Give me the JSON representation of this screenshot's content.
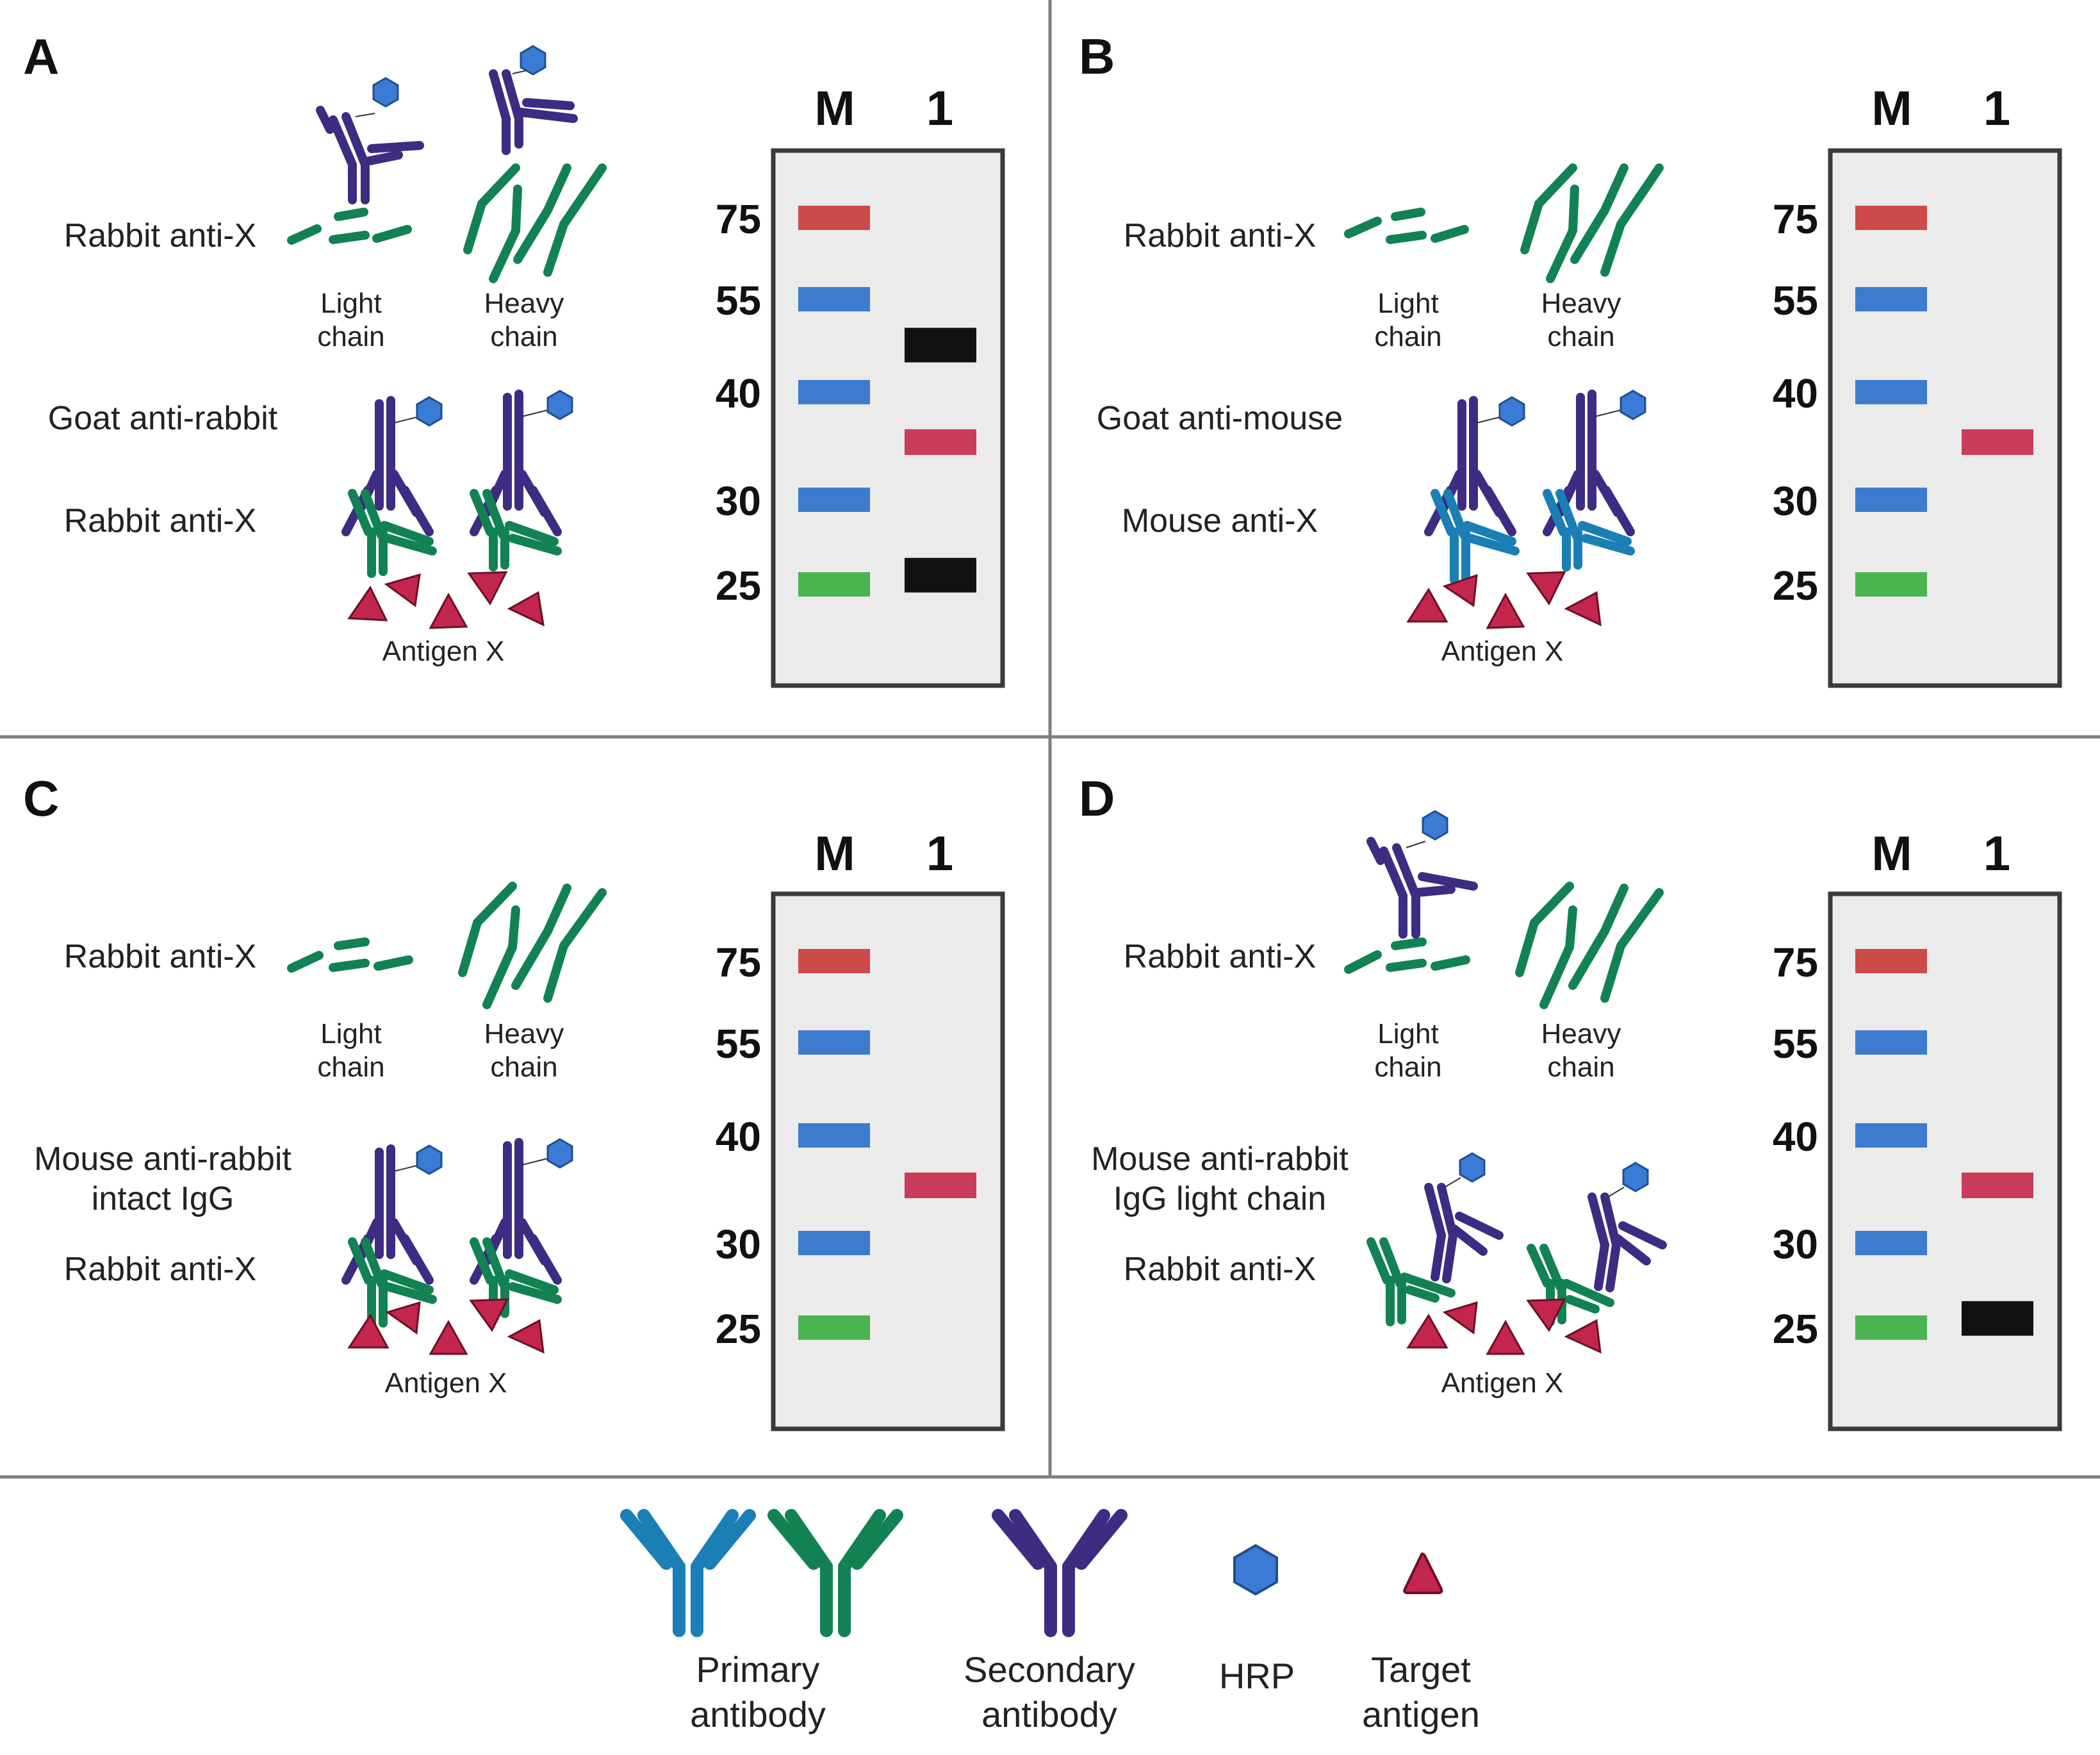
{
  "colors": {
    "primary_blue": "#1a7fb5",
    "primary_green": "#128254",
    "secondary_purple": "#3d2c82",
    "hrp": "#3a7bd5",
    "antigen": "#c2264c",
    "marker_75": "#cc4a4a",
    "marker_blue": "#3d7bcf",
    "marker_25": "#4bb34f",
    "band_red": "#c93c5a",
    "band_black": "#111111",
    "blot_bg": "#ebebeb",
    "divider": "#7a7f7f"
  },
  "panels": [
    {
      "letter": "A",
      "lane_m": "M",
      "lane_1": "1",
      "mw_labels": [
        "75",
        "55",
        "40",
        "30",
        "25"
      ],
      "top_label": "Rabbit anti-X",
      "light_chain": [
        "Light",
        "chain"
      ],
      "heavy_chain": [
        "Heavy",
        "chain"
      ],
      "secondary_label": [
        "Goat anti-rabbit"
      ],
      "primary_label": "Rabbit anti-X",
      "antigen_label": "Antigen X",
      "lane1_bands": [
        {
          "mw": 47,
          "color": "black"
        },
        {
          "mw": 35,
          "color": "red"
        },
        {
          "mw": 25.5,
          "color": "black"
        }
      ]
    },
    {
      "letter": "B",
      "lane_m": "M",
      "lane_1": "1",
      "mw_labels": [
        "75",
        "55",
        "40",
        "30",
        "25"
      ],
      "top_label": "Rabbit anti-X",
      "light_chain": [
        "Light",
        "chain"
      ],
      "heavy_chain": [
        "Heavy",
        "chain"
      ],
      "secondary_label": [
        "Goat anti-mouse"
      ],
      "primary_label": "Mouse anti-X",
      "antigen_label": "Antigen X",
      "lane1_bands": [
        {
          "mw": 35,
          "color": "red"
        }
      ]
    },
    {
      "letter": "C",
      "lane_m": "M",
      "lane_1": "1",
      "mw_labels": [
        "75",
        "55",
        "40",
        "30",
        "25"
      ],
      "top_label": "Rabbit anti-X",
      "light_chain": [
        "Light",
        "chain"
      ],
      "heavy_chain": [
        "Heavy",
        "chain"
      ],
      "secondary_label": [
        "Mouse anti-rabbit",
        "intact IgG"
      ],
      "primary_label": "Rabbit anti-X",
      "antigen_label": "Antigen X",
      "lane1_bands": [
        {
          "mw": 35,
          "color": "red"
        }
      ]
    },
    {
      "letter": "D",
      "lane_m": "M",
      "lane_1": "1",
      "mw_labels": [
        "75",
        "55",
        "40",
        "30",
        "25"
      ],
      "top_label": "Rabbit anti-X",
      "light_chain": [
        "Light",
        "chain"
      ],
      "heavy_chain": [
        "Heavy",
        "chain"
      ],
      "secondary_label": [
        "Mouse anti-rabbit",
        "IgG light chain"
      ],
      "primary_label": "Rabbit anti-X",
      "antigen_label": "Antigen X",
      "lane1_bands": [
        {
          "mw": 35,
          "color": "red"
        },
        {
          "mw": 25.5,
          "color": "black"
        }
      ]
    }
  ],
  "legend": {
    "primary": [
      "Primary",
      "antibody"
    ],
    "secondary": [
      "Secondary",
      "antibody"
    ],
    "hrp": "HRP",
    "target": [
      "Target",
      "antigen"
    ]
  }
}
